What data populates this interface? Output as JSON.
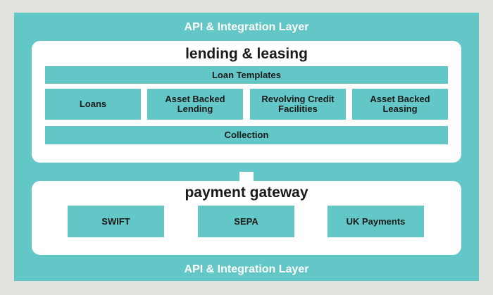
{
  "colors": {
    "background": "#dfe2dd",
    "accent": "#63c7c7",
    "panel": "#ffffff",
    "text_dark": "#1a1a1a",
    "text_light": "#ffffff"
  },
  "api_layer": {
    "top_label": "API & Integration Layer",
    "bottom_label": "API & Integration Layer"
  },
  "lending": {
    "title": "lending & leasing",
    "loan_templates": "Loan Templates",
    "modules": [
      "Loans",
      "Asset Backed Lending",
      "Revolving Credit Facilities",
      "Asset Backed Leasing"
    ],
    "collection": "Collection"
  },
  "payment": {
    "title": "payment gateway",
    "modules": [
      "SWIFT",
      "SEPA",
      "UK Payments"
    ]
  }
}
